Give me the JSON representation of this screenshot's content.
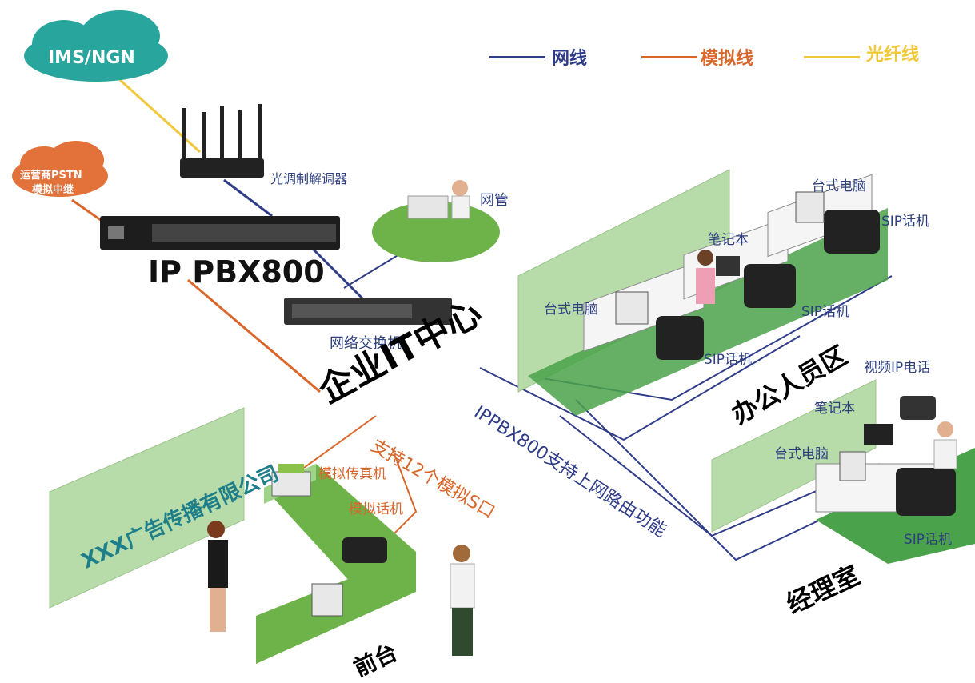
{
  "legend": [
    {
      "label": "网线",
      "color": "#2f3c88"
    },
    {
      "label": "模拟线",
      "color": "#d9662a"
    },
    {
      "label": "光纤线",
      "color": "#f1c83a"
    }
  ],
  "clouds": {
    "ims": "IMS/NGN",
    "pstn_line1": "运营商PSTN",
    "pstn_line2": "模拟中继"
  },
  "devices": {
    "modem": "光调制解调器",
    "pbx": "IP PBX800",
    "switch": "网络交换机",
    "admin": "网管"
  },
  "annotations": {
    "it_center": "企业IT中心",
    "analog_ports": "支持12个模拟S口",
    "router_feature": "IPPBX800支持上网路由功能"
  },
  "office": {
    "title": "办公人员区",
    "desktop1": "台式电脑",
    "desktop2": "台式电脑",
    "laptop": "笔记本",
    "sip1": "SIP话机",
    "sip2": "SIP话机",
    "sip3": "SIP话机"
  },
  "manager": {
    "title": "经理室",
    "video_phone": "视频IP电话",
    "laptop": "笔记本",
    "desktop": "台式电脑",
    "sip": "SIP话机"
  },
  "reception": {
    "title": "前台",
    "company_wall": "XXX广告传播有限公司",
    "fax": "模拟传真机",
    "analog_phone": "模拟话机"
  }
}
